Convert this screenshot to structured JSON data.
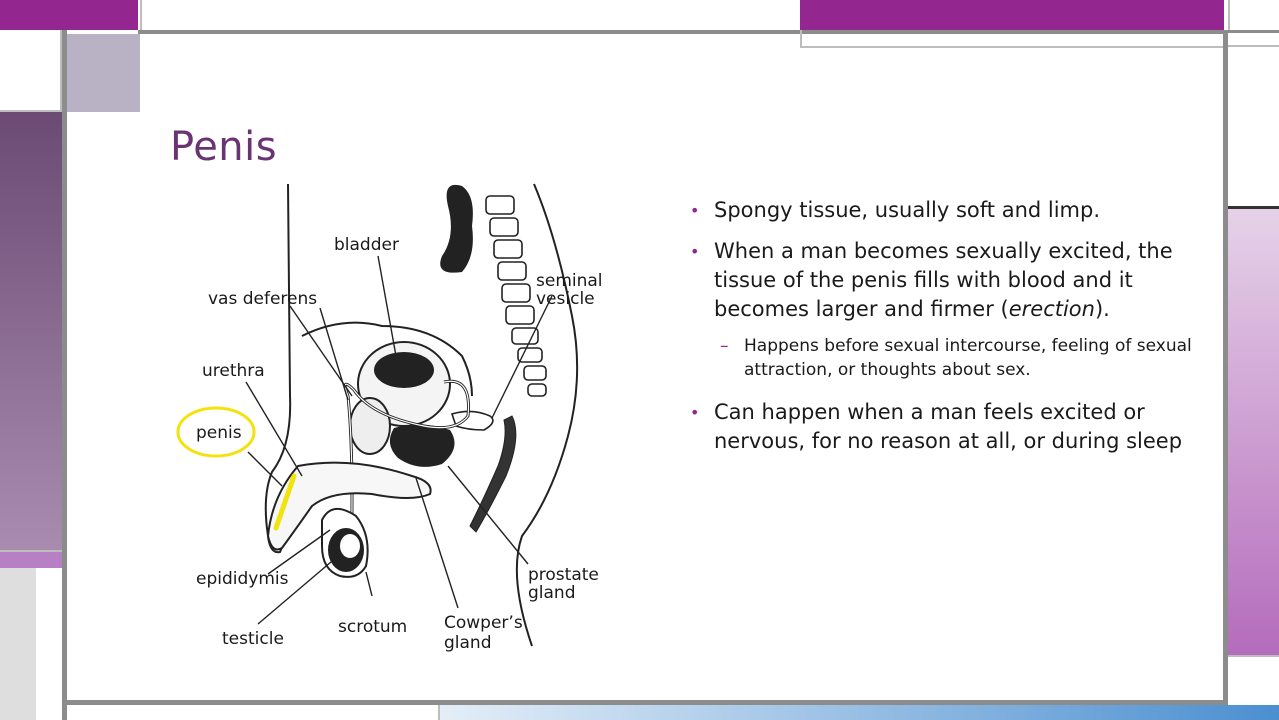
{
  "slide": {
    "title": "Penis"
  },
  "bullets": {
    "b1": "Spongy tissue, usually soft and limp.",
    "b2_pre": "When a man becomes sexually excited, the tissue of the penis fills with blood and it becomes larger and firmer (",
    "b2_italic": "erection",
    "b2_post": ").",
    "sub1": "Happens before sexual intercourse, feeling of sexual attraction, or thoughts about sex.",
    "b3": "Can happen when a man feels excited or nervous, for no reason at all, or during sleep"
  },
  "diagram": {
    "labels": {
      "bladder": "bladder",
      "vas_deferens": "vas deferens",
      "seminal_1": "seminal",
      "seminal_2": "vesicle",
      "urethra": "urethra",
      "penis": "penis",
      "epididymis": "epididymis",
      "testicle": "testicle",
      "scrotum": "scrotum",
      "cowpers_1": "Cowper’s",
      "cowpers_2": "gland",
      "prostate_1": "prostate",
      "prostate_2": "gland"
    },
    "highlight_color": "#f2e30f"
  },
  "theme": {
    "accent": "#93278f",
    "title_color": "#6a3474",
    "frame_gray": "#8c8c8c"
  }
}
